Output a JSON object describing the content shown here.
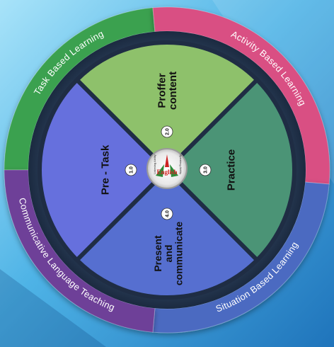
{
  "ring": [
    {
      "label": "Task Based Learning",
      "color": "#3aa14f"
    },
    {
      "label": "Activity Based Learning",
      "color": "#d94f83"
    },
    {
      "label": "Situation Based Learning",
      "color": "#4b6bc1"
    },
    {
      "label": "Communicative Language Teaching",
      "color": "#6e3f98"
    }
  ],
  "quadrants": [
    {
      "step": "1.0",
      "label": "Pre - Task",
      "color": "#6670dd"
    },
    {
      "step": "2.0",
      "label": "Proffer content",
      "label_lines": [
        "Proffer",
        "content"
      ],
      "color": "#8ec16b"
    },
    {
      "step": "3.0",
      "label": "Practice",
      "color": "#4b9476"
    },
    {
      "step": "4.0",
      "label": "Present and communicate",
      "label_lines": [
        "Present",
        "and",
        "communicate"
      ],
      "color": "#566fd0"
    }
  ],
  "logo": {
    "main_text": "English",
    "left_text": "Listening Ability",
    "right_text": "Speaking Ability"
  },
  "colors": {
    "background": "#3a9ad6",
    "background_light": "#8fd4f5"
  }
}
